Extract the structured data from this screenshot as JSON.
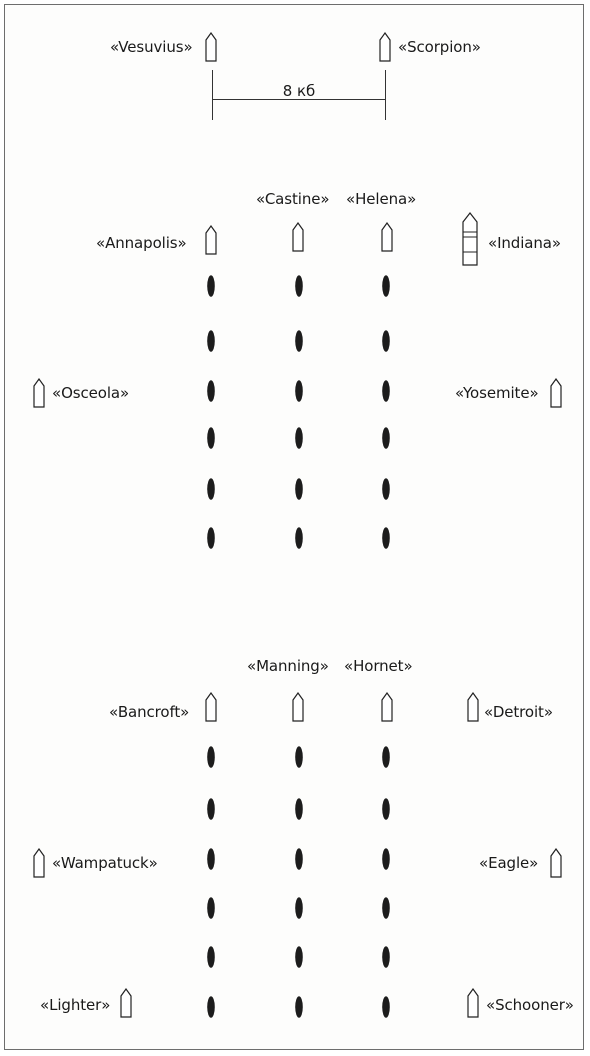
{
  "scale": {
    "label": "8 кб"
  },
  "ships": {
    "vesuvius": "«Vesuvius»",
    "scorpion": "«Scorpion»",
    "castine": "«Castine»",
    "helena": "«Helena»",
    "annapolis": "«Annapolis»",
    "indiana": "«Indiana»",
    "osceola": "«Osceola»",
    "yosemite": "«Yosemite»",
    "manning": "«Manning»",
    "hornet": "«Hornet»",
    "bancroft": "«Bancroft»",
    "detroit": "«Detroit»",
    "wampatuck": "«Wampatuck»",
    "eagle": "«Eagle»",
    "lighter": "«Lighter»",
    "schooner": "«Schooner»"
  },
  "colors": {
    "boat_fill": "#1c1c1c",
    "ship_stroke": "#222222"
  }
}
